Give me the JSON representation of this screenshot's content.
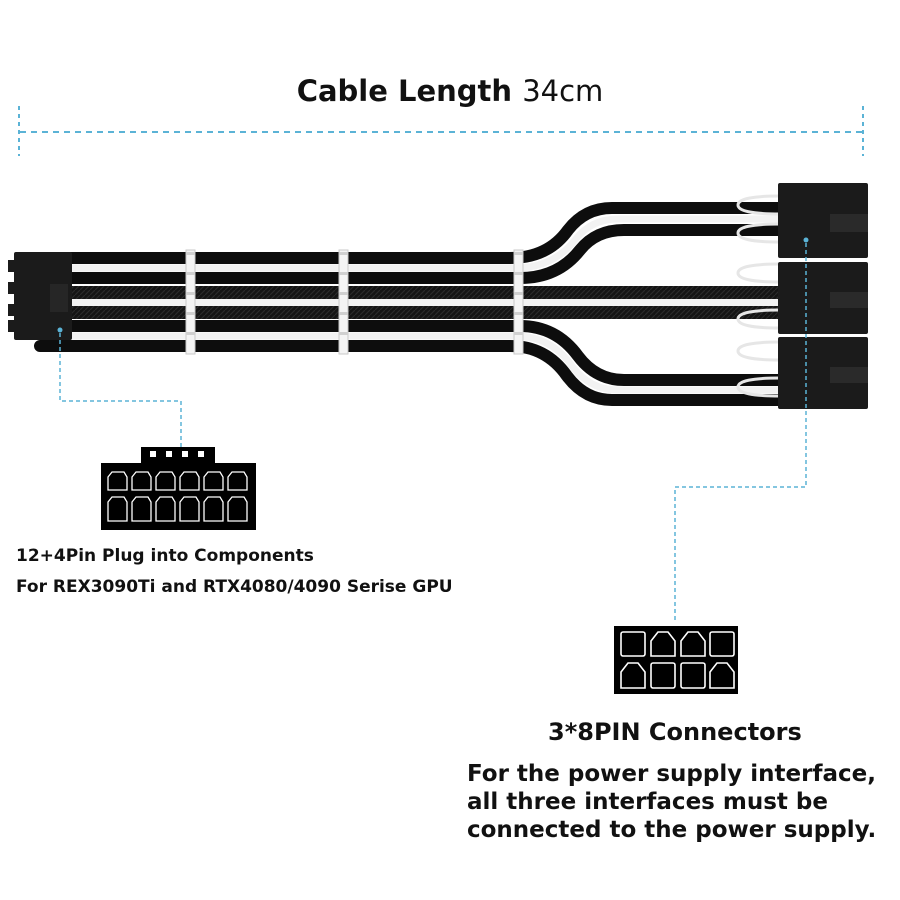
{
  "dimension": {
    "label": "Cable Length",
    "value": "34cm"
  },
  "plug_12_4pin": {
    "line1": "12+4Pin Plug into Components",
    "line2": "For REX3090Ti and RTX4080/4090 Serise GPU"
  },
  "connectors_8pin": {
    "title": "3*8PIN Connectors",
    "description": "For the power supply interface, all three interfaces must be connected to the power supply."
  },
  "colors": {
    "sleeve": "#141414",
    "stripe": "#f2f2f2",
    "connector": "#1b1b1b",
    "callout_line": "#5bb3d6",
    "text": "#111111"
  }
}
